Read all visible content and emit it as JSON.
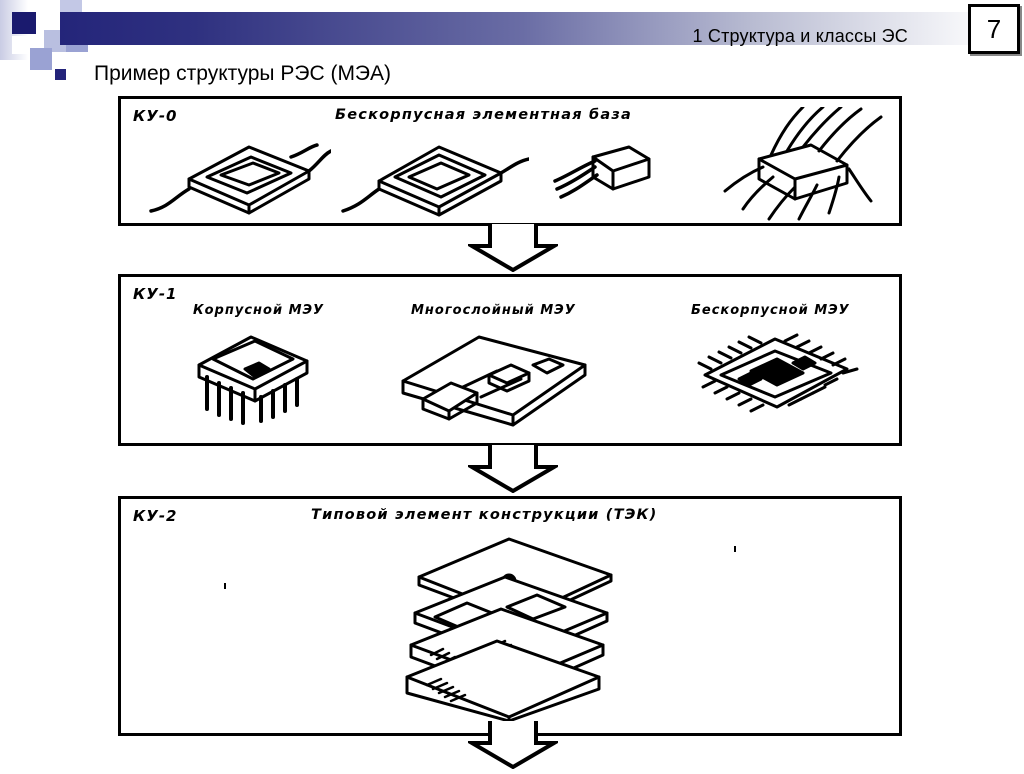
{
  "header": {
    "title": "1 Структура и классы ЭС",
    "slide_number": "7",
    "accent_navy": "#24257a",
    "bullet_color": "#23237a"
  },
  "bullet": {
    "text": "Пример структуры РЭС (МЭА)",
    "marker_icon": "square-bullet-icon"
  },
  "diagram": {
    "stages": [
      {
        "label": "КУ-0",
        "title": "Бескорпусная  элементная  база",
        "items": []
      },
      {
        "label": "КУ-1",
        "title": "",
        "items": [
          "Корпусной МЭУ",
          "Многослойный МЭУ",
          "Бескорпусной МЭУ"
        ]
      },
      {
        "label": "КУ-2",
        "title": "Типовой  элемент  конструкции (ТЭК)",
        "items": []
      }
    ],
    "arrows": [
      "down-arrow-icon",
      "down-arrow-icon",
      "down-arrow-icon"
    ],
    "figures": [
      "bare-chip-on-substrate-figure",
      "bare-frame-chip-figure",
      "small-chip-with-leads-figure",
      "multi-lead-chip-figure",
      "packaged-module-figure",
      "multilayer-board-figure",
      "leadless-module-figure",
      "exploded-stack-assembly-figure"
    ]
  }
}
